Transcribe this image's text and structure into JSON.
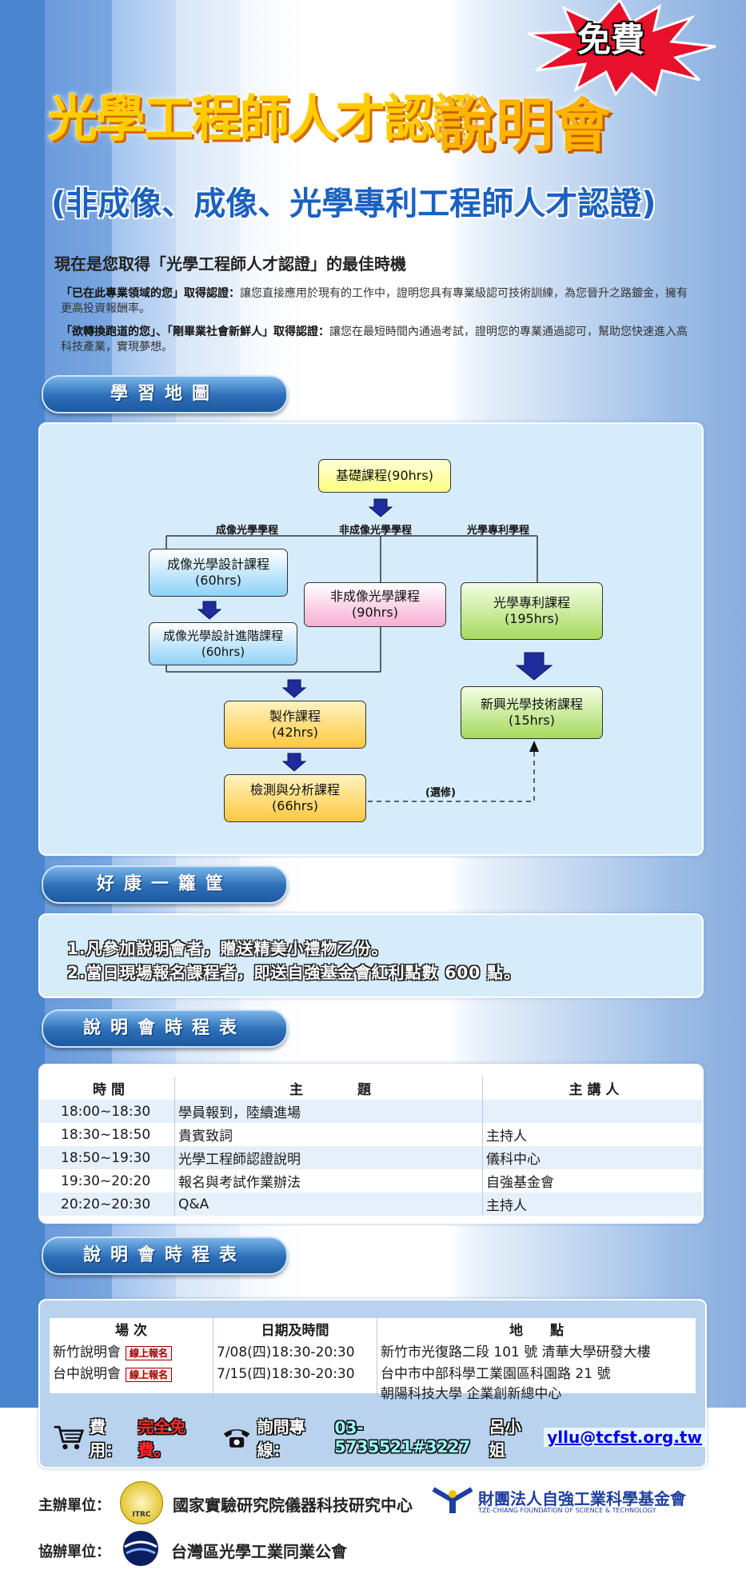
{
  "banner": {
    "free_badge": "免費",
    "title_main": "光學工程師人才認證",
    "title_event": "說明會",
    "subtitle": "(非成像、成像、光學專利工程師人才認證)"
  },
  "intro": {
    "headline": "現在是您取得「光學工程師人才認證」的最佳時機",
    "p1_lead": "「已在此專業領域的您」取得認證：",
    "p1_text": "讓您直接應用於現有的工作中，證明您具有專業級認可技術訓練，為您晉升之路鍍金，擁有更高投資報酬率。",
    "p2_lead": "「欲轉換跑道的您」、「剛畢業社會新鮮人」取得認證：",
    "p2_text": "讓您在最短時間內通過考試，證明您的專業通過認可，幫助您快速進入高科技產業，實現夢想。"
  },
  "sections": {
    "learning_map": "學習地圖",
    "perks": "好康一籮筐",
    "schedule": "說明會時程表",
    "venues": "說明會時程表"
  },
  "flow": {
    "basic": "基礎課程(90hrs)",
    "track_imaging": "成像光學學程",
    "track_nonimaging": "非成像光學學程",
    "track_patent": "光學專利學程",
    "imaging_design": "成像光學設計課程",
    "imaging_design_hrs": "(60hrs)",
    "imaging_adv": "成像光學設計進階課程",
    "imaging_adv_hrs": "(60hrs)",
    "nonimaging": "非成像光學課程",
    "nonimaging_hrs": "(90hrs)",
    "patent": "光學專利課程",
    "patent_hrs": "(195hrs)",
    "emerging": "新興光學技術課程",
    "emerging_hrs": "(15hrs)",
    "making": "製作課程",
    "making_hrs": "(42hrs)",
    "testing": "檢測與分析課程",
    "testing_hrs": "(66hrs)",
    "elective": "(選修)"
  },
  "perks": [
    "1.凡參加說明會者，贈送精美小禮物乙份。",
    "2.當日現場報名課程者，即送自強基金會紅利點數 600 點。"
  ],
  "schedule": {
    "headers": [
      "時 間",
      "主　　　　題",
      "主 講 人"
    ],
    "rows": [
      [
        "18:00~18:30",
        "學員報到，陸續進場",
        ""
      ],
      [
        "18:30~18:50",
        "貴賓致詞",
        "主持人"
      ],
      [
        "18:50~19:30",
        "光學工程師認證說明",
        "儀科中心"
      ],
      [
        "19:30~20:20",
        "報名與考試作業辦法",
        "自強基金會"
      ],
      [
        "20:20~20:30",
        "Q&A",
        "主持人"
      ]
    ]
  },
  "venues": {
    "headers": [
      "場 次",
      "日期及時間",
      "地　　點"
    ],
    "register_label": "線上報名",
    "rows": [
      {
        "name": "新竹說明會",
        "date": "7/08(四)18:30-20:30",
        "place": "新竹市光復路二段 101 號 清華大學研發大樓"
      },
      {
        "name": "台中說明會",
        "date": "7/15(四)18:30-20:30",
        "place": "台中市中部科學工業園區科園路 21 號",
        "place2": "朝陽科技大學 企業創新總中心"
      }
    ]
  },
  "fees": {
    "fee_label": "費用：",
    "fee_value": "完全免費。",
    "hotline_label": "詢問專線：",
    "phone": "03-5735521#3227",
    "contact": "呂小姐",
    "email": "yllu@tcfst.org.tw"
  },
  "organizers": {
    "host_label": "主辦單位：",
    "host1": "國家實驗研究院儀器科技研究中心",
    "host1_logo": "ITRC",
    "host2": "財團法人自強工業科學基金會",
    "host2_en": "TZE-CHIANG FOUNDATION OF SCIENCE & TECHNOLOGY",
    "co_label": "協辦單位：",
    "co1": "台灣區光學工業同業公會"
  },
  "colors": {
    "accent_blue": "#2b6eb8",
    "title_yellow": "#ffcc00",
    "subtitle_blue": "#1b62c0",
    "free_red": "#ff2a2a"
  }
}
